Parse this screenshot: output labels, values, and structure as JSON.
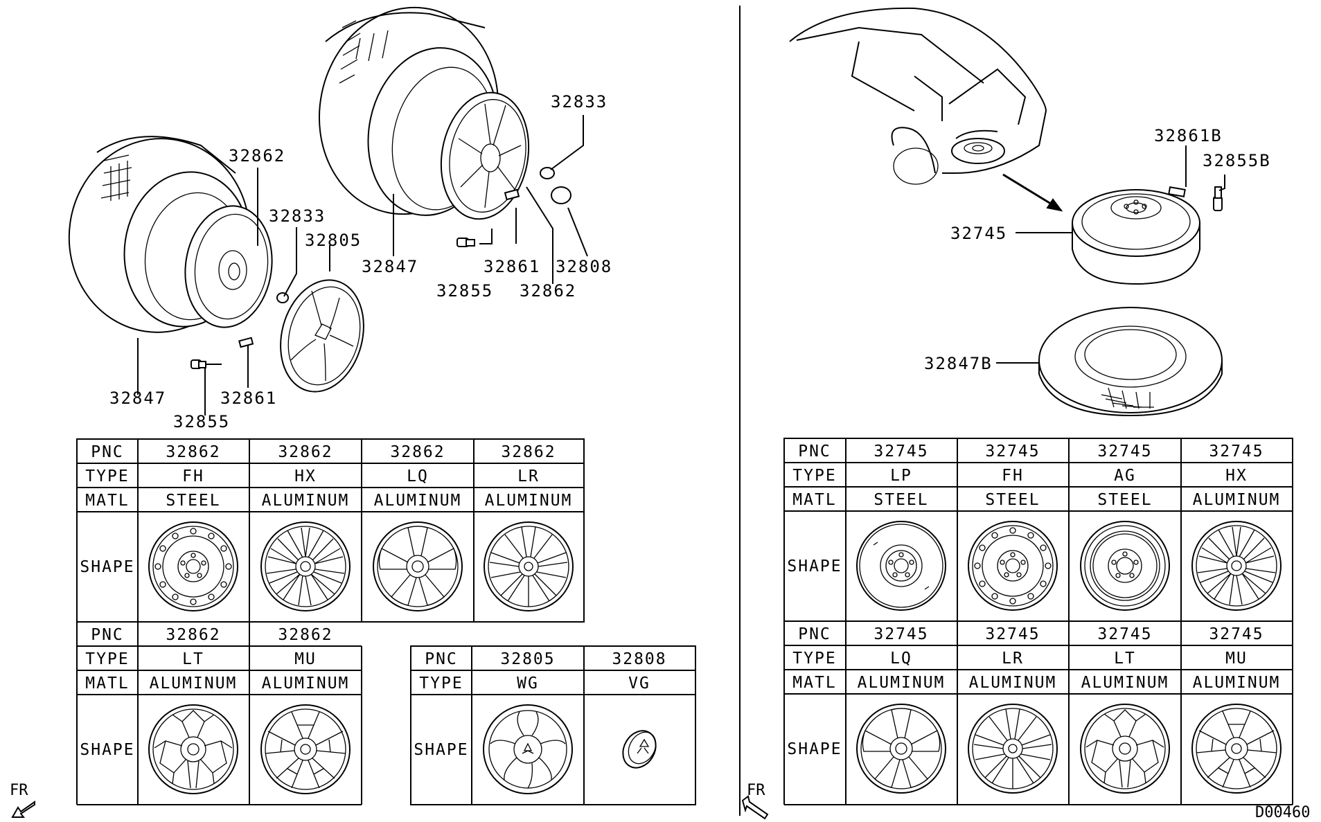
{
  "diagram_id": "D00460",
  "fr_label": "FR",
  "left_callouts": [
    "32862",
    "32833",
    "32805",
    "32847",
    "32861",
    "32855",
    "32833",
    "32847",
    "32855",
    "32861",
    "32862",
    "32808"
  ],
  "right_callouts": [
    "32861B",
    "32855B",
    "32745",
    "32847B"
  ],
  "row_labels": {
    "pnc": "PNC",
    "type": "TYPE",
    "matl": "MATL",
    "shape": "SHAPE"
  },
  "table_left_top": {
    "pnc": [
      "32862",
      "32862",
      "32862",
      "32862"
    ],
    "type": [
      "FH",
      "HX",
      "LQ",
      "LR"
    ],
    "matl": [
      "STEEL",
      "ALUMINUM",
      "ALUMINUM",
      "ALUMINUM"
    ],
    "shape_icons": [
      "steel-wheel-icon",
      "multi-spoke-wheel-icon",
      "five-spoke-wheel-icon",
      "split-spoke-wheel-icon"
    ]
  },
  "table_left_bottom": {
    "pnc": [
      "32862",
      "32862"
    ],
    "type": [
      "LT",
      "MU"
    ],
    "matl": [
      "ALUMINUM",
      "ALUMINUM"
    ],
    "shape_icons": [
      "y-spoke-wheel-icon",
      "double-spoke-wheel-icon"
    ]
  },
  "table_cover": {
    "pnc": [
      "32805",
      "32808"
    ],
    "type": [
      "WG",
      "VG"
    ],
    "shape_icons": [
      "wheel-cover-icon",
      "center-cap-icon"
    ]
  },
  "table_right_top": {
    "pnc": [
      "32745",
      "32745",
      "32745",
      "32745"
    ],
    "type": [
      "LP",
      "FH",
      "AG",
      "HX"
    ],
    "matl": [
      "STEEL",
      "STEEL",
      "STEEL",
      "ALUMINUM"
    ],
    "shape_icons": [
      "spare-steel-wheel-icon",
      "steel-wheel-icon",
      "plain-steel-wheel-icon",
      "multi-spoke-wheel-icon"
    ]
  },
  "table_right_bottom": {
    "pnc": [
      "32745",
      "32745",
      "32745",
      "32745"
    ],
    "type": [
      "LQ",
      "LR",
      "LT",
      "MU"
    ],
    "matl": [
      "ALUMINUM",
      "ALUMINUM",
      "ALUMINUM",
      "ALUMINUM"
    ],
    "shape_icons": [
      "five-spoke-wheel-icon",
      "split-spoke-wheel-icon",
      "y-spoke-wheel-icon",
      "double-spoke-wheel-icon"
    ]
  }
}
